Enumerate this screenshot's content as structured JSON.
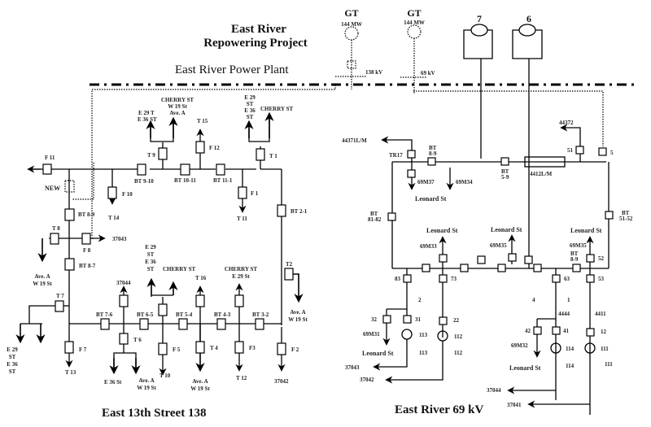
{
  "header": {
    "project_title_line1": "East River",
    "project_title_line2": "Repowering  Project",
    "plant_label": "East River Power Plant"
  },
  "generators": {
    "gt1": {
      "name": "GT",
      "rating": "144 MW",
      "voltage": "138 kV"
    },
    "gt2": {
      "name": "GT",
      "rating": "144 MW",
      "voltage": "69 kV"
    },
    "unit7": "7",
    "unit6": "6"
  },
  "east13": {
    "title": "East 13th Street 138",
    "labels": {
      "f11": "F 11",
      "new": "NEW",
      "bt89": "BT 8-9",
      "f10": "F 10",
      "t14": "T 14",
      "bt910": "BT 9-10",
      "t9": "T 9",
      "t9a1": "E 29 T",
      "t9a2": "E 36 ST",
      "t9b1": "CHERRY ST",
      "t9b2": "W 19 St",
      "t9b3": "Ave. A",
      "bt1011": "BT 10-11",
      "t15": "T 15",
      "f12": "F 12",
      "bt111": "BT 11-1",
      "f1": "F 1",
      "t11": "T 11",
      "t1": "T 1",
      "t1a1": "E 29",
      "t1a2": "ST",
      "t1a3": "E 36",
      "t1a4": "ST",
      "t1b": "CHERRY ST",
      "bt21": "BT 2-1",
      "t8": "T 8",
      "f8": "F 8",
      "r37043": "37043",
      "t8load1": "Ave. A",
      "t8load2": "W 19 St",
      "bt87": "BT 8-7",
      "t7": "T 7",
      "t7a1": "E 29",
      "t7a2": "ST",
      "t7a3": "E 36",
      "t7a4": "ST",
      "f7": "F 7",
      "t13": "T 13",
      "bt76": "BT 7-6",
      "r37044": "37044",
      "t6": "T 6",
      "t6a": "E 36 St",
      "t6b1": "Ave. A",
      "t6b2": "W 19 St",
      "bt65": "BT 6-5",
      "t5a1": "E 29",
      "t5a2": "ST",
      "t5a3": "E 36",
      "t5a4": "ST",
      "t5b": "CHERRY ST",
      "f5": "F 5",
      "t10": "T 10",
      "bt54": "BT 5-4",
      "t16": "T 16",
      "t4": "T 4",
      "t4a1": "Ave. A",
      "t4a2": "W 19 St",
      "bt43": "BT 4-3",
      "t3a1": "CHERRY ST",
      "t3a2": "E 29 St",
      "f3": "F3",
      "t12": "T 12",
      "bt32": "BT 3-2",
      "f2": "F 2",
      "r37042": "37042",
      "t2": "T2",
      "t2a1": "Ave. A",
      "t2a2": "W 19 St"
    }
  },
  "eastriver69": {
    "title": "East River 69 kV",
    "labels": {
      "l44371": "44371L/M",
      "tr17": "TR17",
      "bt89a": "BT",
      "bt89b": "8-9",
      "m37": "69M37",
      "leonard1": "Leonard St",
      "m34": "69M34",
      "bt59a": "BT",
      "bt59b": "5-9",
      "l4412": "4412L/M",
      "l44372": "44372",
      "b51": "51",
      "b5": "5",
      "bt8182a": "BT",
      "bt8182b": "81-82",
      "bt5152a": "BT",
      "bt5152b": "51-52",
      "leonard2": "Leonard St",
      "m33": "69M33",
      "leonard3": "Leonard St",
      "m35a": "69M35",
      "leonard4": "Leonard St",
      "m35b": "69M35",
      "bt89c": "BT",
      "bt89d": "8-9",
      "b52": "52",
      "b83": "83",
      "b73": "73",
      "b63": "63",
      "b53": "53",
      "u2": "2",
      "u4": "4",
      "u1": "1",
      "l4444": "4444",
      "l4411": "4411",
      "b32": "32",
      "b31": "31",
      "b22": "22",
      "b42": "42",
      "b41": "41",
      "b12": "12",
      "m31": "69M31",
      "leonard5": "Leonard St",
      "m32": "69M32",
      "leonard6": "Leonard St",
      "p113": "113",
      "p113b": "113",
      "p112": "112",
      "p112b": "112",
      "p114": "114",
      "p114b": "114",
      "p111": "111",
      "p111b": "111",
      "r37043": "37043",
      "r37042": "37042",
      "r37044": "37044",
      "r37041": "37041"
    }
  }
}
